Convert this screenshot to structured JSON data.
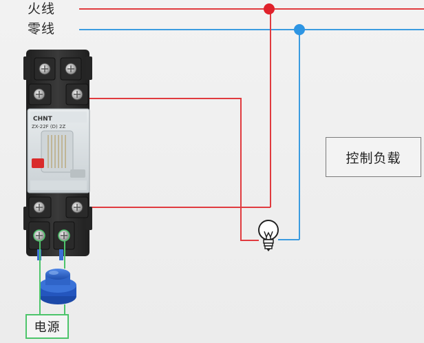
{
  "labels": {
    "live_wire": "火线",
    "neutral_wire": "零线",
    "control_load": "控制负载",
    "power_supply": "电源"
  },
  "relay": {
    "brand": "CHNT",
    "model": "ZX-22F (D) 2Z"
  },
  "colors": {
    "live": "#e03a3e",
    "neutral": "#3a9be0",
    "power_outline": "#4cc46a",
    "relay_body": "#2d2d2d",
    "button_blue": "#2f64c8"
  },
  "icons": {
    "bulb": "light-bulb-icon",
    "button": "push-button-icon"
  }
}
